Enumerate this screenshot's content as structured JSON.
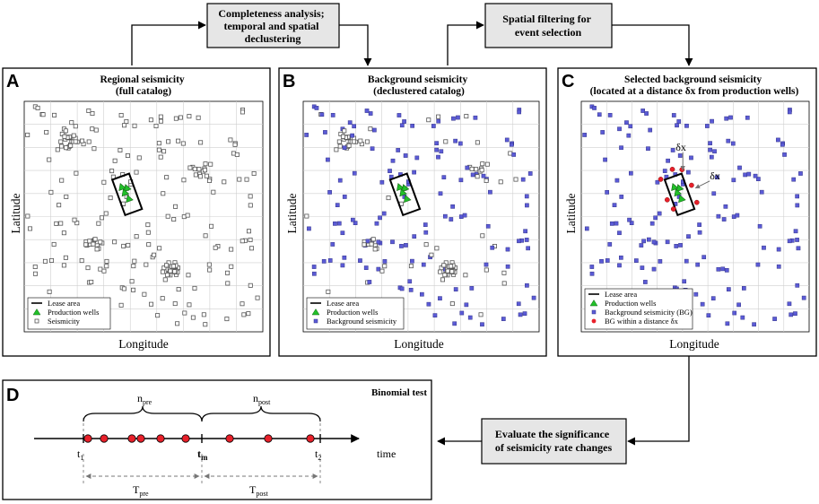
{
  "process_boxes": {
    "completeness": [
      "Completeness analysis;",
      "temporal and spatial",
      "declustering"
    ],
    "spatial_filter": [
      "Spatial filtering for",
      "event selection"
    ],
    "evaluate": [
      "Evaluate the significance",
      "of seismicity rate changes"
    ]
  },
  "panels": {
    "A": {
      "letter": "A",
      "title": [
        "Regional seismicity",
        "(full catalog)"
      ],
      "xlabel": "Longitude",
      "ylabel": "Latitude",
      "legend": [
        "Lease area",
        "Production wells",
        "Seismicity"
      ]
    },
    "B": {
      "letter": "B",
      "title": [
        "Background seismicity",
        "(declustered catalog)"
      ],
      "xlabel": "Longitude",
      "ylabel": "Latitude",
      "legend": [
        "Lease area",
        "Production wells",
        "Background seismicity"
      ]
    },
    "C": {
      "letter": "C",
      "title": [
        "Selected background seismicity",
        "(located at a distance δx from production wells)"
      ],
      "xlabel": "Longitude",
      "ylabel": "Latitude",
      "legend": [
        "Lease area",
        "Production wells",
        "Background seismicity (BG)",
        "BG within a distance δx"
      ],
      "annotation": "δx"
    },
    "D": {
      "letter": "D",
      "title": "Binomial test",
      "n_pre": "n",
      "n_pre_sub": "pre",
      "n_post": "n",
      "n_post_sub": "post",
      "t1": "t",
      "t1_sub": "1",
      "tm": "t",
      "tm_sub": "m",
      "t2": "t",
      "t2_sub": "2",
      "time_label": "time",
      "T_pre": "T",
      "T_pre_sub": "pre",
      "T_post": "T",
      "T_post_sub": "post"
    }
  },
  "colors": {
    "seismicity": "#555555",
    "background": "#5b5bd6",
    "wells": "#22c02a",
    "selected": "#e8202a",
    "grid": "#cfcfcf"
  }
}
